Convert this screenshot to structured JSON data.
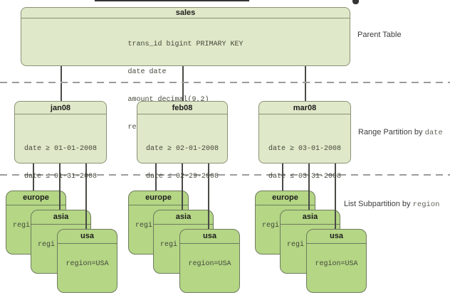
{
  "colors": {
    "parent-fill": "#dfe8c8",
    "parent-border": "#8a9175",
    "card-fill": "#b4d685",
    "card-border": "#6e7a5e",
    "connector": "#4a4a46",
    "dash": "#9c9c9c",
    "text-dark": "#1c1c1c",
    "mono-text": "#44483a",
    "label-text": "#3c3c3c",
    "label-mono": "#63655a"
  },
  "parent_table": {
    "title": "sales",
    "columns": [
      "trans_id bigint PRIMARY KEY",
      "date date",
      "amount decimal(9,2)",
      "region text"
    ]
  },
  "tier_labels": {
    "parent": "Parent Table",
    "range_text": "Range Partition by ",
    "range_key": "date",
    "list_text": "List Subpartition by ",
    "list_key": "region"
  },
  "range_partitions": [
    {
      "title": "jan08",
      "rule1": "date ≥ 01-01-2008",
      "rule2": "date ≤ 01-31-2008"
    },
    {
      "title": "feb08",
      "rule1": "date ≥ 02-01-2008",
      "rule2": "date ≤ 02-29-2008"
    },
    {
      "title": "mar08",
      "rule1": "date ≥ 03-01-2008",
      "rule2": "date ≤ 03-31-2008"
    }
  ],
  "subpartition_groups": [
    {
      "europe": {
        "title": "europe",
        "body": "regi"
      },
      "asia": {
        "title": "asia",
        "body": "regi"
      },
      "usa": {
        "title": "usa",
        "body": "region=USA"
      }
    },
    {
      "europe": {
        "title": "europe",
        "body": "regi"
      },
      "asia": {
        "title": "asia",
        "body": "regi"
      },
      "usa": {
        "title": "usa",
        "body": "region=USA"
      }
    },
    {
      "europe": {
        "title": "europe",
        "body": "regi"
      },
      "asia": {
        "title": "asia",
        "body": "regi"
      },
      "usa": {
        "title": "usa",
        "body": "region=USA"
      }
    }
  ]
}
